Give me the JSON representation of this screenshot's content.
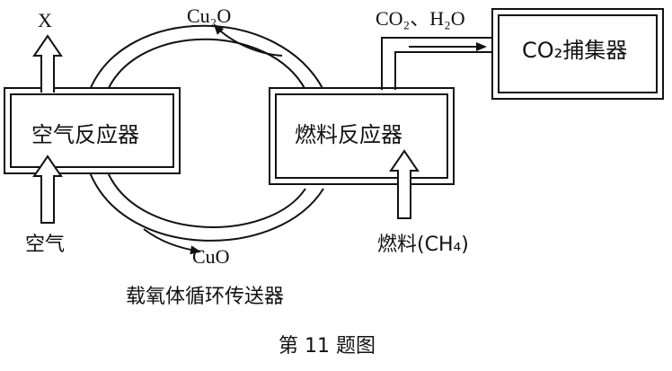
{
  "x_output_label": "X",
  "cu2o_label": "Cu₂O",
  "cuo_label": "CuO",
  "air_reactor_label": "空气反应器",
  "fuel_reactor_label": "燃料反应器",
  "air_input_label": "空气",
  "fuel_input_label": "燃料(CH₄)",
  "products_label": "CO₂、H₂O",
  "co2_capture_label": "CO₂捕集器",
  "loop_caption": "载氧体循环传送器",
  "figure_caption": "第 11 题图"
}
